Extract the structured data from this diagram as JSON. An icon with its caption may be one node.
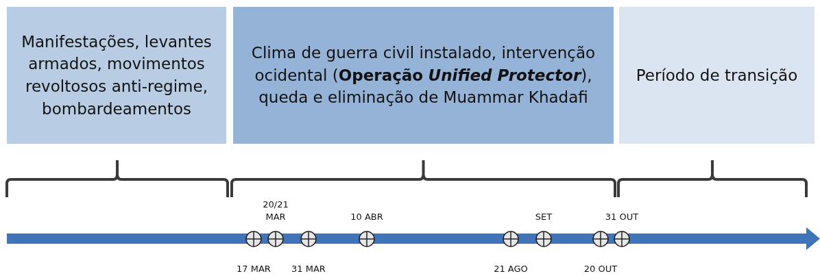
{
  "diagram": {
    "nodes": [
      {
        "text": [
          "Manifestações, levantes armados, movimentos revoltosos anti-regime, bombardeamentos"
        ]
      },
      {
        "text": [
          "Clima de guerra civil instalado, intervenção ocidental (**Operação** *Unified Protector*), queda e eliminação de Muammar Khadafi"
        ]
      },
      {
        "text": [
          "Período de transição"
        ]
      }
    ],
    "labels": [
      "17 MAR",
      "20/21 MAR",
      "31 MAR",
      "10 ABR",
      "21 AGO",
      "SET",
      "20 OUT",
      "31 OUT"
    ]
  }
}
